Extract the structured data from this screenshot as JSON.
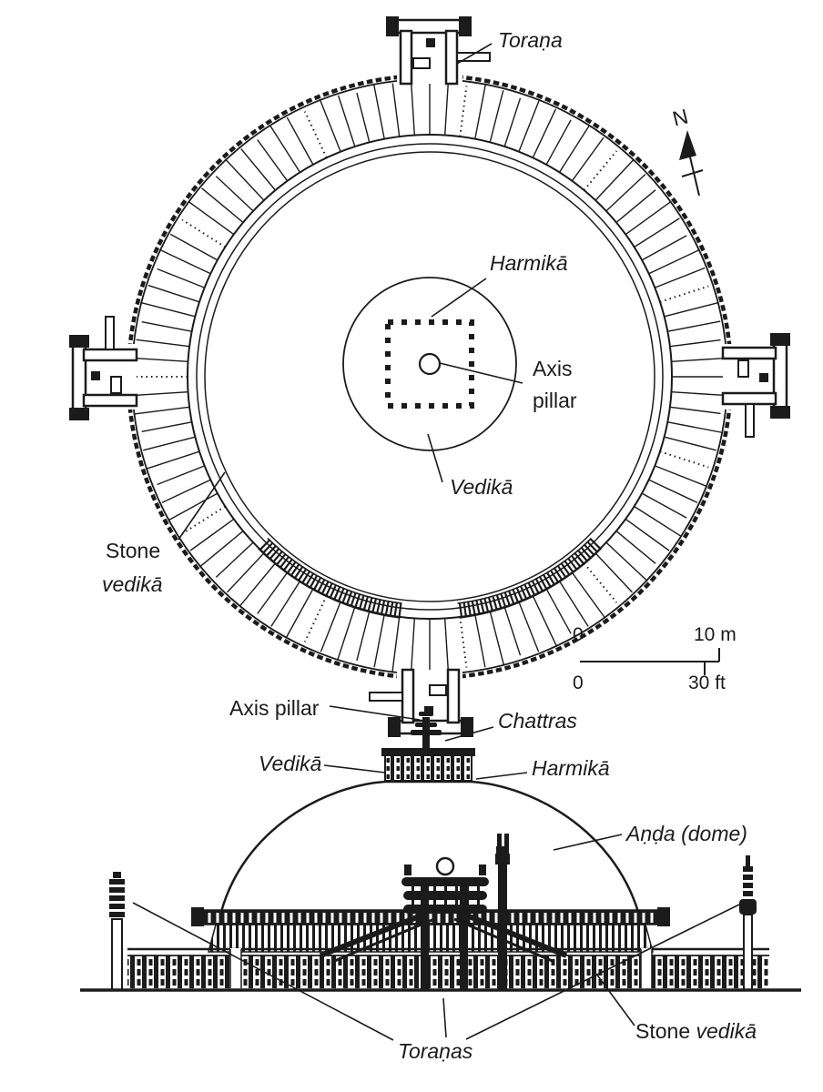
{
  "title": "Stupa plan and elevation diagram",
  "colors": {
    "ink": "#1b1b1b",
    "paper": "#ffffff"
  },
  "plan": {
    "labels": {
      "torana": "Toraṇa",
      "north": "N",
      "harmika": "Harmikā",
      "axis_pillar_line1": "Axis",
      "axis_pillar_line2": "pillar",
      "vedika": "Vedikā",
      "stone_vedika_line1": "Stone",
      "stone_vedika_line2": "vedikā"
    },
    "scale_bar": {
      "metric_zero": "0",
      "metric_end": "10 m",
      "imperial_zero": "0",
      "imperial_end": "30 ft"
    }
  },
  "elevation": {
    "labels": {
      "axis_pillar": "Axis pillar",
      "chattras": "Chattras",
      "vedika": "Vedikā",
      "harmika": "Harmikā",
      "anda": "Aṇḍa (dome)",
      "toranas": "Toraṇas",
      "stone_vedika_word1": "Stone ",
      "stone_vedika_word2": "vedikā"
    }
  }
}
